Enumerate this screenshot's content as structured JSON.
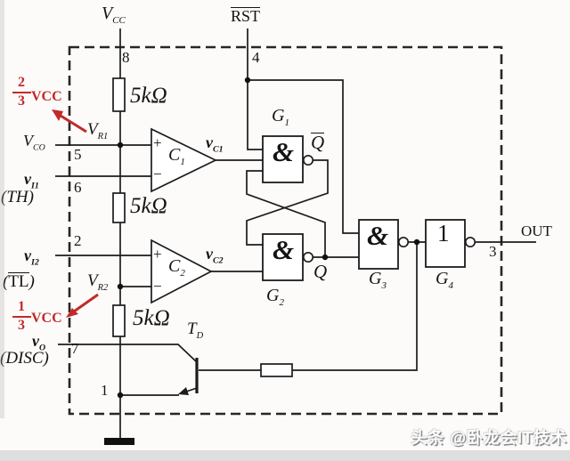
{
  "power": {
    "vcc": {
      "base": "V",
      "sub": "CC"
    },
    "rst": "RST",
    "out": "OUT"
  },
  "pins": {
    "p1": "1",
    "p2": "2",
    "p3": "3",
    "p4": "4",
    "p5": "5",
    "p6": "6",
    "p7": "7",
    "p8": "8"
  },
  "resistors": {
    "r1": "5kΩ",
    "r2": "5kΩ",
    "r3": "5kΩ"
  },
  "comparators": {
    "c1": {
      "base": "C",
      "sub": "1",
      "plus": "+",
      "minus": "−"
    },
    "c2": {
      "base": "C",
      "sub": "2",
      "plus": "+",
      "minus": "−"
    }
  },
  "gates": {
    "g1": {
      "symbol": "&",
      "base": "G",
      "sub": "1"
    },
    "g2": {
      "symbol": "&",
      "base": "G",
      "sub": "2"
    },
    "g3": {
      "symbol": "&",
      "base": "G",
      "sub": "3"
    },
    "g4": {
      "symbol": "1",
      "base": "G",
      "sub": "4"
    }
  },
  "latch": {
    "q": "Q",
    "qbar": "Q"
  },
  "signals": {
    "vr1": {
      "base": "V",
      "sub": "R1"
    },
    "vco": {
      "base": "V",
      "sub": "CO"
    },
    "vi1": {
      "base": "v",
      "sub": "I1"
    },
    "th": "(TH)",
    "vi2": {
      "base": "v",
      "sub": "I2"
    },
    "tl_open": "(",
    "tl": "TL",
    "tl_close": ")",
    "vr2": {
      "base": "V",
      "sub": "R2"
    },
    "vc1": {
      "base": "v",
      "sub": "C1"
    },
    "vc2": {
      "base": "v",
      "sub": "C2"
    },
    "vo": {
      "base": "v",
      "sub": "O"
    },
    "disc": "(DISC)",
    "td": {
      "base": "T",
      "sub": "D"
    }
  },
  "annotations": {
    "upper": {
      "numerator": "2",
      "denominator": "3",
      "label": "VCC"
    },
    "lower": {
      "numerator": "1",
      "denominator": "3",
      "label": "VCC"
    },
    "color": "#c22a2a"
  },
  "watermark": {
    "text": "头条 @卧龙会IT技术"
  }
}
